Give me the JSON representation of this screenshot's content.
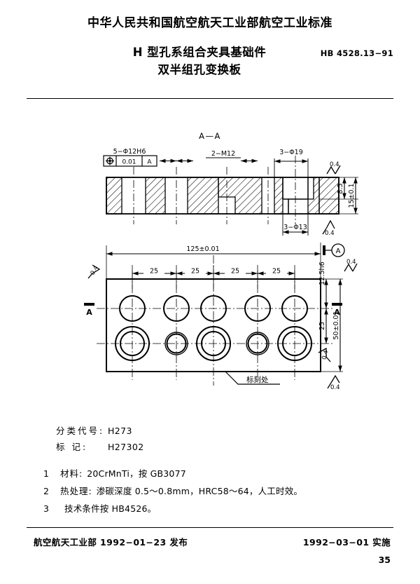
{
  "header": {
    "authority_line": "中华人民共和国航空航天工业部航空工业标准"
  },
  "title": {
    "line1": "H 型孔系组合夹具基础件",
    "line2": "双半组孔变换板",
    "standard_code": "HB 4528.13−91"
  },
  "drawing": {
    "section_label": "A—A",
    "section_marker_left": "A",
    "datum_label": "A",
    "marking_note": "标刻处",
    "section_view": {
      "hole_callout_main": "5−Φ12H6",
      "tolerance_frame": {
        "symbol": "position-tolerance-icon",
        "value": "0.01",
        "datum": "A"
      },
      "thread_callout": "2−M12",
      "counterbore_callout": "3−Φ19",
      "throughhole_callout": "3−Φ13",
      "depth_dim": "8.5",
      "thickness_dim": "15±0.1",
      "roughness_top": "0.4",
      "roughness_bottom": "0.4"
    },
    "plan_view": {
      "overall_length": "125±0.01",
      "overall_width": "50±0.01",
      "edge_distance": "12.5h6",
      "row_spacing": "25",
      "pitch_dims": [
        "25",
        "25",
        "25",
        "25"
      ],
      "roughness_left": "0.4",
      "roughness_right_top": "0.4",
      "roughness_right_mid": "0.4",
      "roughness_bottom": "0.4"
    }
  },
  "spec": {
    "class_key": "分类代号:",
    "class_value": "H273",
    "mark_key": "标    记:",
    "mark_value": "H27302"
  },
  "notes": [
    {
      "num": "1",
      "label": "材料:",
      "text": "20CrMnTi，按 GB3077"
    },
    {
      "num": "2",
      "label": "热处理:",
      "text": "渗碳深度 0.5～0.8mm，HRC58～64，人工时效。"
    },
    {
      "num": "3",
      "label": "",
      "text": "技术条件按 HB4526。"
    }
  ],
  "footer": {
    "issuer": "航空航天工业部 1992−01−23 发布",
    "effective": "1992−03−01 实施",
    "page": "35"
  }
}
